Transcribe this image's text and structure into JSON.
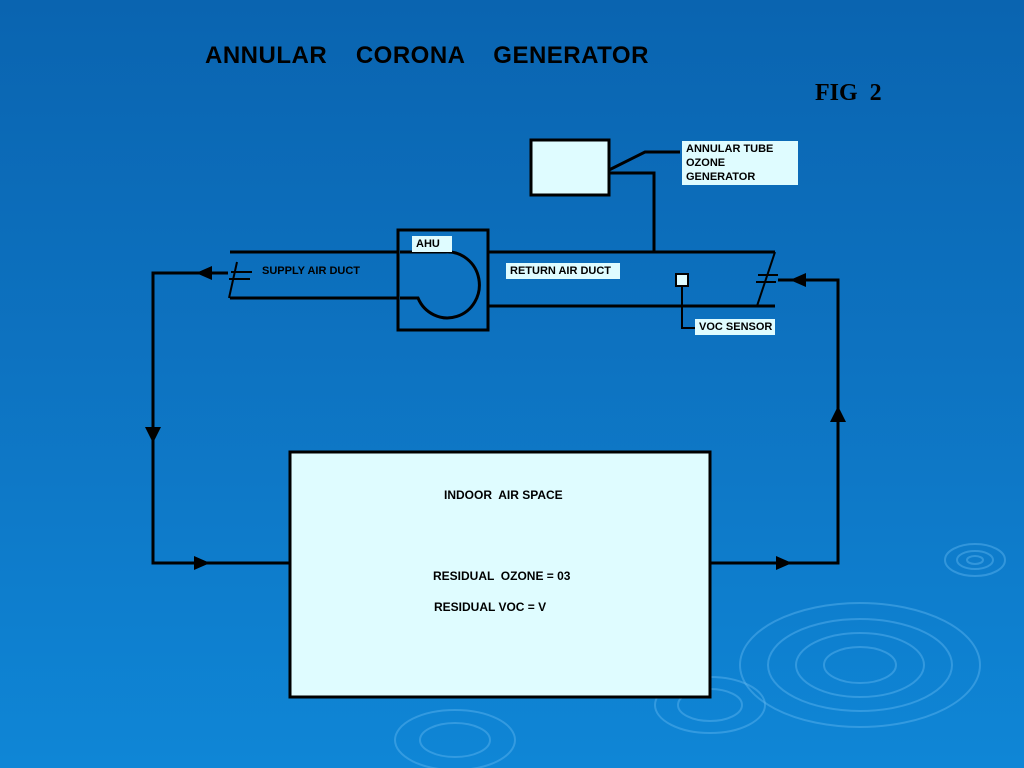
{
  "slide": {
    "title": "ANNULAR    CORONA    GENERATOR",
    "fig_label": "FIG  2"
  },
  "labels": {
    "ozone_generator_line1": "ANNULAR TUBE",
    "ozone_generator_line2": "OZONE GENERATOR",
    "ahu": "AHU",
    "supply_air_duct": "SUPPLY AIR DUCT",
    "return_air_duct": "RETURN AIR DUCT",
    "voc_sensor": "VOC SENSOR"
  },
  "indoor_space": {
    "title": "INDOOR  AIR SPACE",
    "residual_ozone": "RESIDUAL  OZONE = 03",
    "residual_voc": "RESIDUAL VOC = V"
  },
  "colors": {
    "background": "#0d72c0",
    "box_fill": "#dffcff",
    "line": "#000000"
  }
}
